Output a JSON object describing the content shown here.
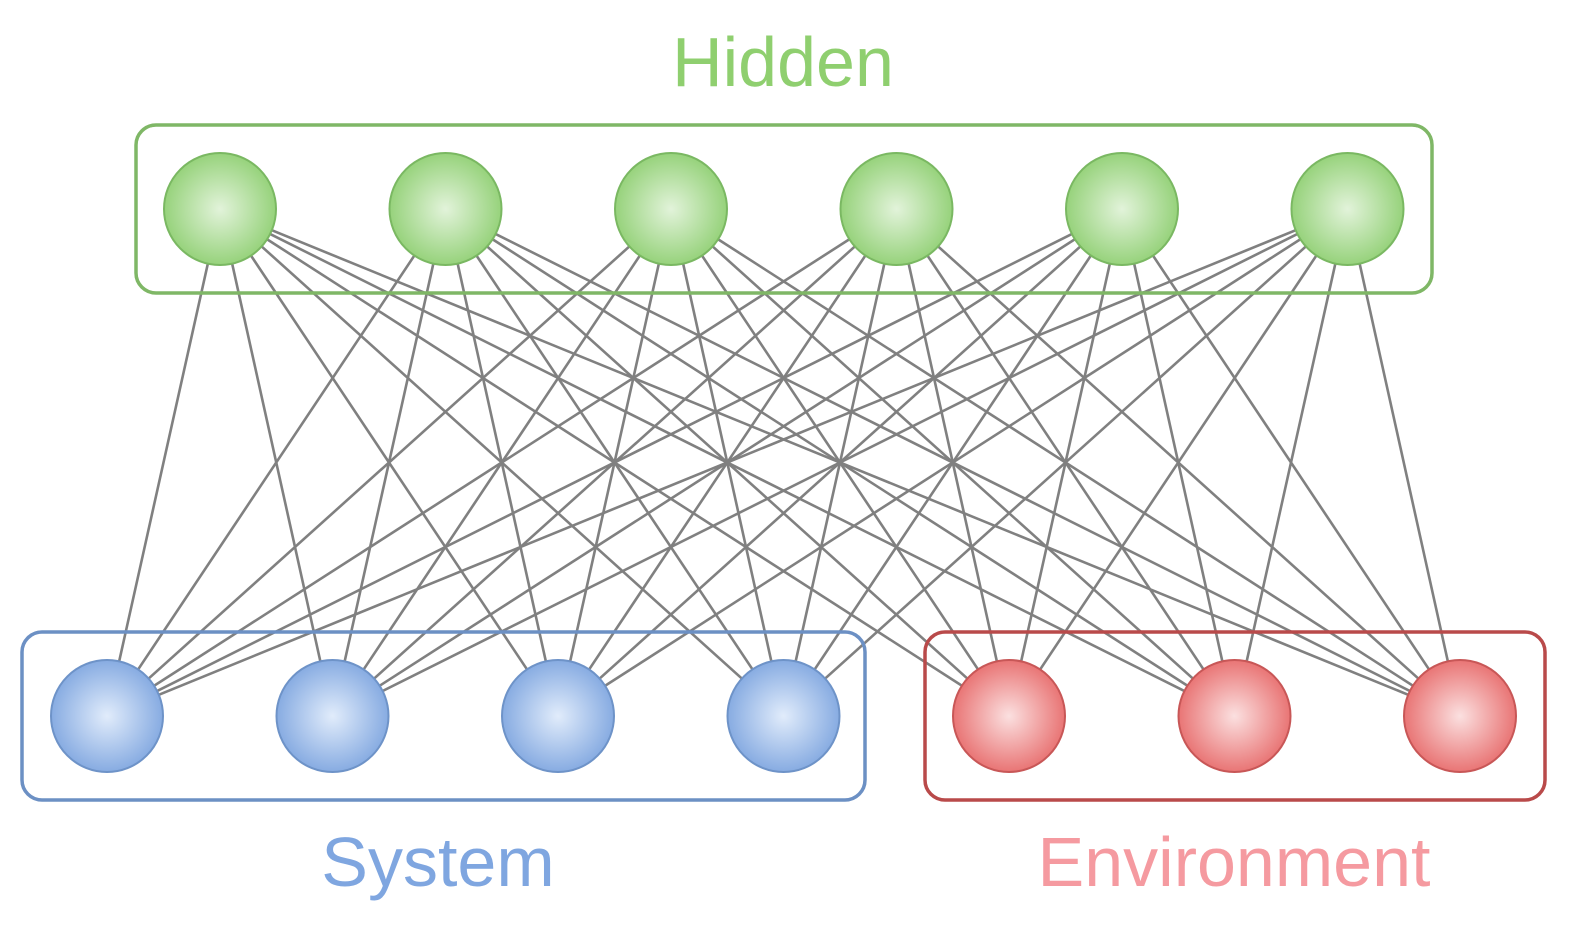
{
  "groups": {
    "hidden": {
      "label": "Hidden",
      "node_count": 6,
      "label_color": "#8fcf6f",
      "box_color": "#7fb766",
      "node_fill_center": "#e2f3da",
      "node_fill_edge": "#8fcf72",
      "node_stroke": "#7ab862"
    },
    "system": {
      "label": "System",
      "node_count": 4,
      "label_color": "#7fa6e0",
      "box_color": "#6c90c4",
      "node_fill_center": "#e1ecfb",
      "node_fill_edge": "#7ea5df",
      "node_stroke": "#6e93c8"
    },
    "environment": {
      "label": "Environment",
      "node_count": 3,
      "label_color": "#f59aa0",
      "box_color": "#b94a4a",
      "node_fill_center": "#fbe0e0",
      "node_fill_edge": "#e76a6a",
      "node_stroke": "#c85757"
    }
  },
  "connectivity": "fully-connected bipartite: every hidden node to every system and environment node",
  "edge_color": "#808080"
}
